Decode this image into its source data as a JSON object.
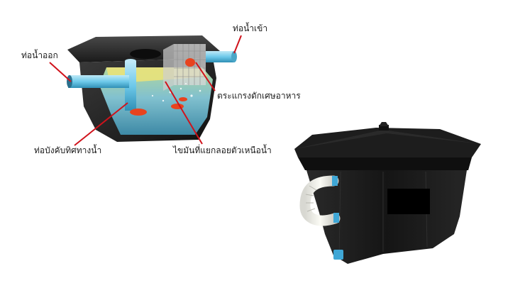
{
  "labels": {
    "outlet_pipe": "ท่อน้ำออก",
    "inlet_pipe": "ท่อน้ำเข้า",
    "food_screen": "ตระแกรงดักเศษอาหาร",
    "flow_baffle": "ท่อบังคับทิศทางน้ำ",
    "floating_grease": "ไขมันที่แยกลอยตัวเหนือน้ำ"
  },
  "colors": {
    "callout_line": "#d0121b",
    "tank_body": "#1b1b1b",
    "pipe_blue": "#6ec9ea",
    "grease_yellow": "#e9e27a",
    "water_blue": "#7fc4d8"
  },
  "icons": {
    "cutaway_tank": "grease-trap-cutaway-illustration",
    "product_tank": "grease-trap-product-photo"
  }
}
